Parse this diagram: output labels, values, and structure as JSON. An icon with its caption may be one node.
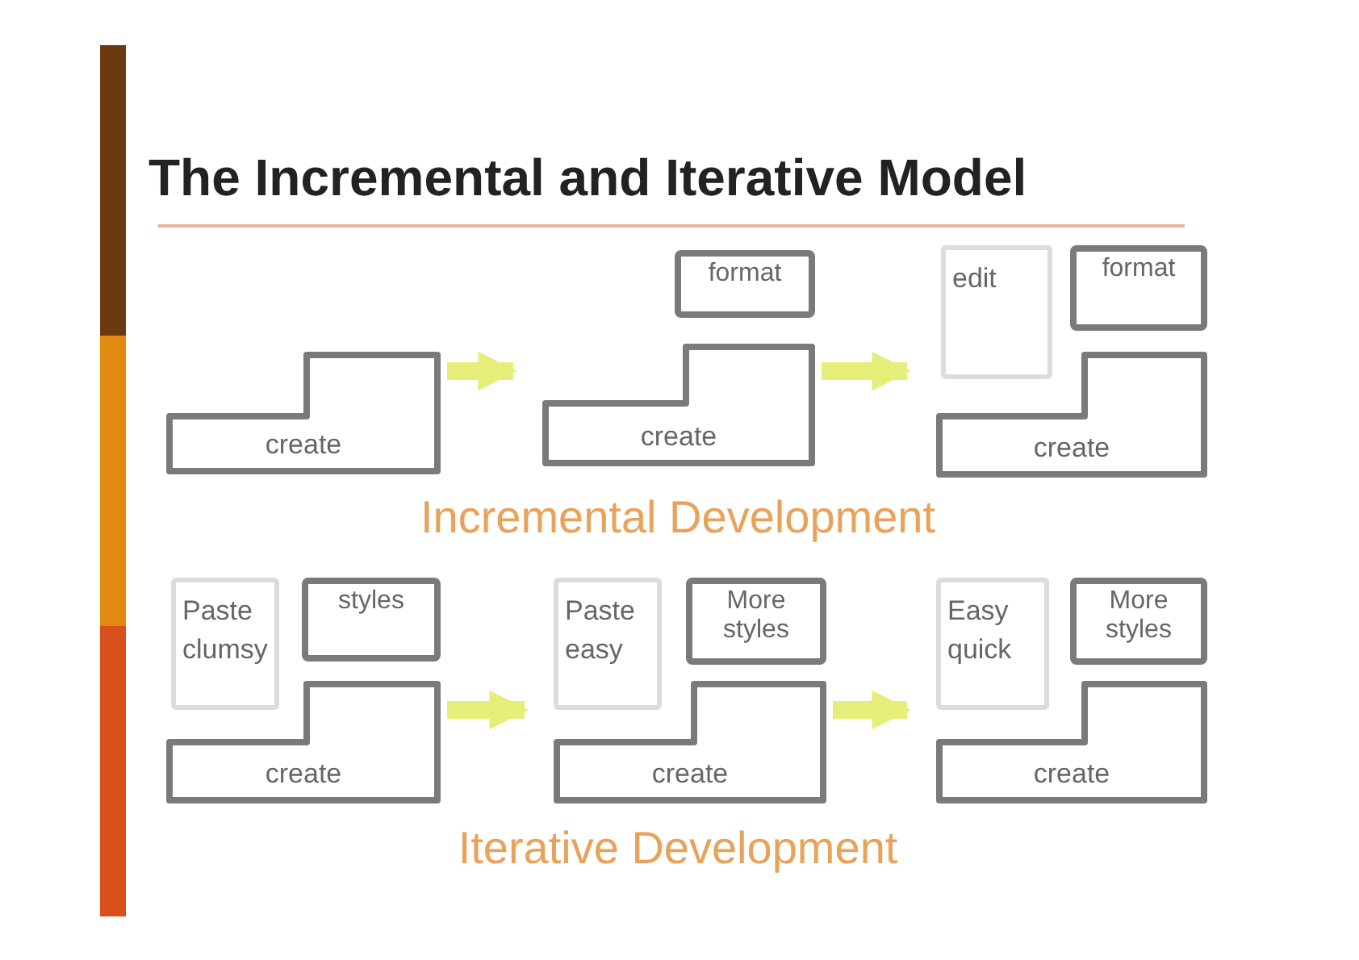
{
  "diagram": {
    "title": "The Incremental and Iterative Model",
    "nodes": [
      {
        "text": [
          "create"
        ]
      },
      {
        "text": [
          "create"
        ]
      },
      {
        "text": [
          "format"
        ]
      },
      {
        "text": [
          "edit"
        ]
      },
      {
        "text": [
          "format"
        ]
      },
      {
        "text": [
          "create"
        ]
      },
      {
        "text": [
          "Paste clumsy"
        ]
      },
      {
        "text": [
          "styles"
        ]
      },
      {
        "text": [
          "create"
        ]
      },
      {
        "text": [
          "Paste easy"
        ]
      },
      {
        "text": [
          "More styles"
        ]
      },
      {
        "text": [
          "create"
        ]
      },
      {
        "text": [
          "Easy quick"
        ]
      },
      {
        "text": [
          "More styles"
        ]
      },
      {
        "text": [
          "create"
        ]
      }
    ],
    "edges": [
      {
        "from": 0,
        "to": 1,
        "arrow": "to"
      },
      {
        "from": 1,
        "to": 5,
        "arrow": "to"
      },
      {
        "from": 8,
        "to": 11,
        "arrow": "to"
      },
      {
        "from": 11,
        "to": 14,
        "arrow": "to"
      }
    ],
    "labels": [
      "Incremental Development",
      "Iterative Development"
    ]
  }
}
